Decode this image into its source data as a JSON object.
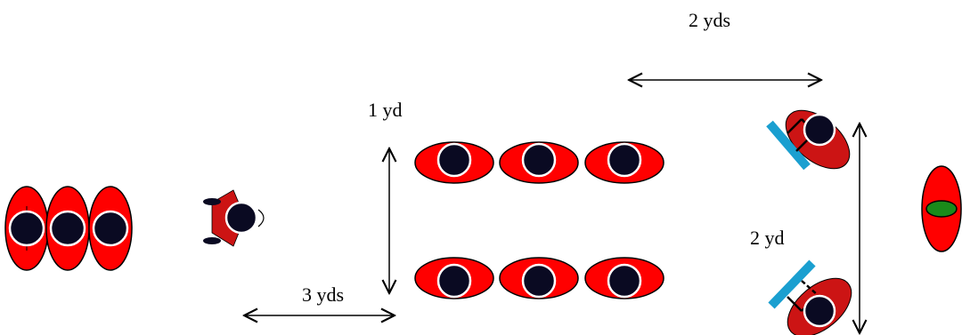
{
  "labels": {
    "top_distance": "2 yds",
    "vertical_left": "1 yd",
    "bottom_distance": "3 yds",
    "vertical_right": "2 yd"
  },
  "colors": {
    "player_body": "#ff0000",
    "player_head": "#0a0a22",
    "tackler_body": "#cc1414",
    "shield_pad": "#1a9fd0",
    "ball": "#1a8a1a"
  },
  "icons": {
    "arrow": "double-headed-arrow",
    "player": "player-top-view-icon",
    "shield": "tackle-shield-icon",
    "ball": "football-icon"
  }
}
